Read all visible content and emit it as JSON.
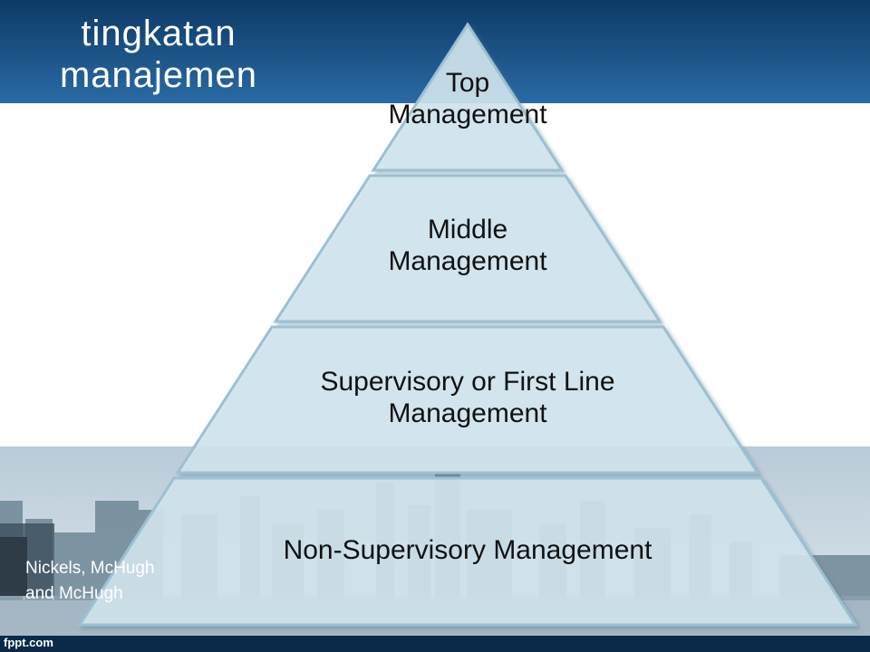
{
  "slide": {
    "title_lines": [
      "tingkatan",
      "manajemen"
    ],
    "credit_lines": [
      "Nickels, McHugh",
      "and McHugh"
    ],
    "brand": "fppt.com"
  },
  "pyramid": {
    "tiers": [
      {
        "lines": [
          "Top",
          "Management"
        ]
      },
      {
        "lines": [
          "Middle",
          "Management"
        ]
      },
      {
        "lines": [
          "Supervisory or First Line",
          "Management"
        ]
      },
      {
        "lines": [
          "Non-Supervisory Management"
        ]
      }
    ]
  },
  "colors": {
    "header": "#1a4f84",
    "tier_fill": "#cfe3ee",
    "tier_edge": "#8fb6cc",
    "footer": "#0b2a4a",
    "label": "#111111"
  }
}
